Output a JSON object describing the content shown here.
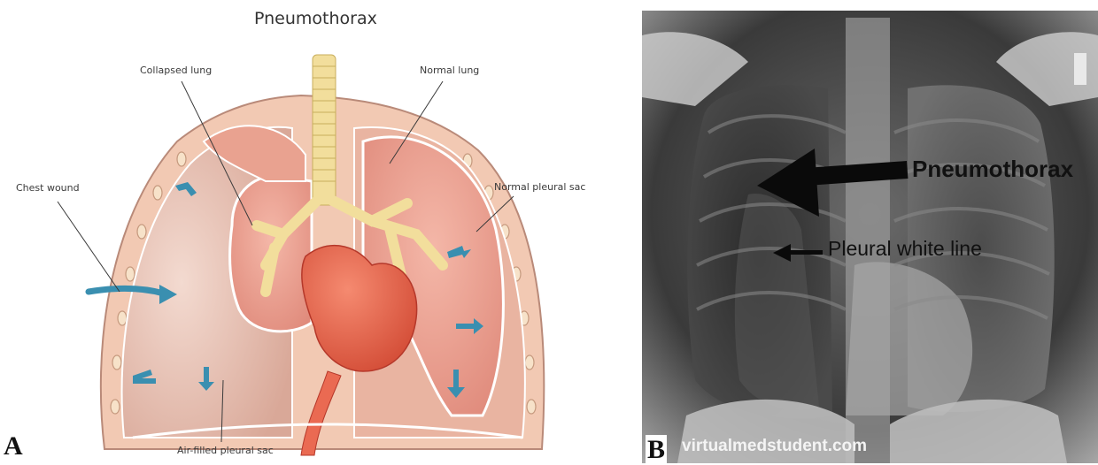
{
  "panel_a": {
    "letter": "A",
    "title": "Pneumothorax",
    "labels": {
      "collapsed_lung": "Collapsed lung",
      "normal_lung": "Normal lung",
      "chest_wound": "Chest wound",
      "normal_pleural_sac": "Normal pleural sac",
      "air_filled_pleural_sac": "Air-filled pleural sac"
    }
  },
  "panel_b": {
    "letter": "B",
    "labels": {
      "pneumothorax": "Pneumothorax",
      "pleural_white_line": "Pleural white line",
      "site": "virtualmedstudent.com"
    }
  },
  "colors": {
    "pleural_sac": "#e9b89f",
    "lung": "#eaa194",
    "trachea": "#f2de9c",
    "heart": "#ea6a52",
    "arrow": "#3a8fb0",
    "xray_dark": "#1d1d1d"
  }
}
